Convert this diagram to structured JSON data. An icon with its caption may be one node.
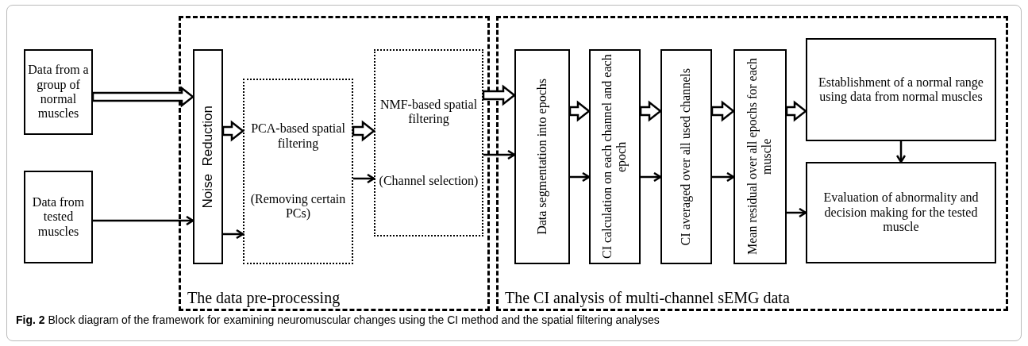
{
  "diagram": {
    "caption": "**Fig. 2** Block diagram of the framework for examining neuromuscular changes using the CI method and the spatial filtering analyses",
    "nodes": [
      {
        "text": [
          "The data pre-processing"
        ]
      },
      {
        "text": [
          "The CI analysis of multi-channel sEMG data"
        ]
      },
      {
        "text": [
          "Data from a group of normal muscles"
        ]
      },
      {
        "text": [
          "Data from tested muscles"
        ]
      },
      {
        "text": [
          "Noise  Reduction"
        ],
        "in": 0
      },
      {
        "text": [
          "PCA-based spatial filtering",
          "(Removing certain PCs)"
        ],
        "in": 0
      },
      {
        "text": [
          "NMF-based spatial filtering",
          "(Channel selection)"
        ],
        "in": 0
      },
      {
        "text": [
          "Data segmentation into epochs"
        ],
        "in": 1
      },
      {
        "text": [
          "CI calculation on each channel and each epoch"
        ],
        "in": 1
      },
      {
        "text": [
          "CI averaged over all used channels"
        ],
        "in": 1
      },
      {
        "text": [
          "Mean residual over all epochs for each muscle"
        ],
        "in": 1
      },
      {
        "text": [
          "Establishment of a normal range using data from normal muscles"
        ],
        "in": 1
      },
      {
        "text": [
          "Evaluation of abnormality and decision making for the tested muscle"
        ],
        "in": 1
      }
    ],
    "edges": [
      {
        "from": 2,
        "to": 4,
        "arrow": "to",
        "style": "thick"
      },
      {
        "from": 3,
        "to": 4,
        "arrow": "to"
      },
      {
        "from": 4,
        "to": 5,
        "arrow": "to",
        "style": "thick"
      },
      {
        "from": 4,
        "to": 5,
        "arrow": "to"
      },
      {
        "from": 5,
        "to": 6,
        "arrow": "to",
        "style": "thick"
      },
      {
        "from": 5,
        "to": 6,
        "arrow": "to"
      },
      {
        "from": 6,
        "to": 7,
        "arrow": "to",
        "style": "thick"
      },
      {
        "from": 6,
        "to": 7,
        "arrow": "to"
      },
      {
        "from": 7,
        "to": 8,
        "arrow": "to",
        "style": "thick"
      },
      {
        "from": 7,
        "to": 8,
        "arrow": "to"
      },
      {
        "from": 8,
        "to": 9,
        "arrow": "to",
        "style": "thick"
      },
      {
        "from": 8,
        "to": 9,
        "arrow": "to"
      },
      {
        "from": 9,
        "to": 10,
        "arrow": "to",
        "style": "thick"
      },
      {
        "from": 9,
        "to": 10,
        "arrow": "to"
      },
      {
        "from": 10,
        "to": 11,
        "arrow": "to",
        "style": "thick"
      },
      {
        "from": 10,
        "to": 12,
        "arrow": "to"
      },
      {
        "from": 11,
        "to": 12,
        "arrow": "to"
      }
    ]
  }
}
